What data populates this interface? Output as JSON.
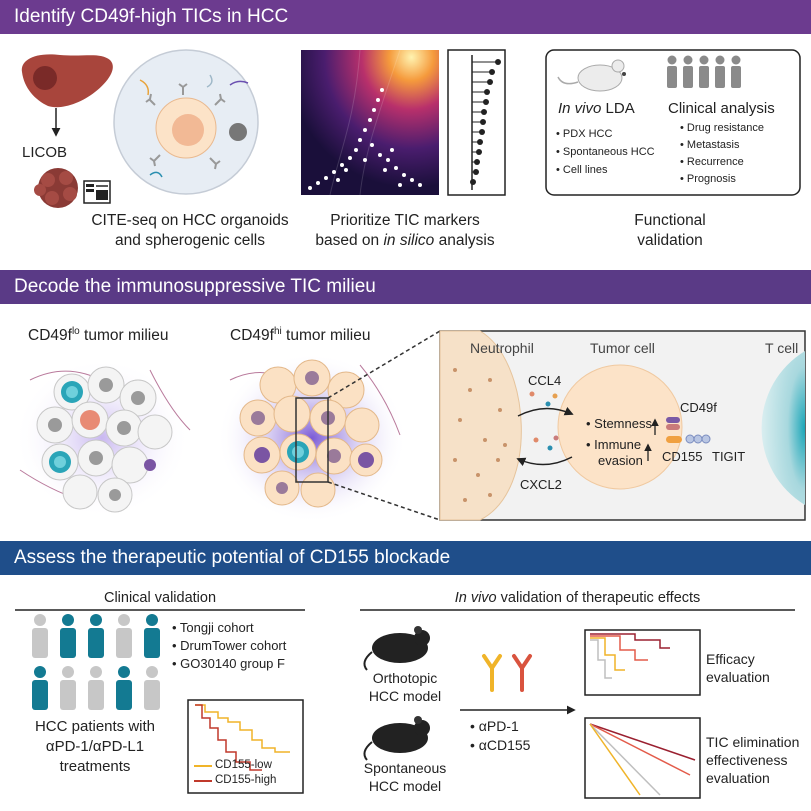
{
  "sections": {
    "s1_title": "Identify CD49f-high TICs in HCC",
    "s2_title": "Decode the immunosuppressive TIC milieu",
    "s3_title": "Assess the therapeutic potential of CD155 blockade"
  },
  "colors": {
    "banner1": "#6c3b8f",
    "banner2": "#5a3a86",
    "banner3": "#1f4e8a",
    "liver": "#a8453c",
    "tumor_cell": "#f6d7b8",
    "teal": "#1b8fa2",
    "red_curve": "#c0392b",
    "orange_curve": "#f0b429"
  },
  "s1": {
    "licob": "LICOB",
    "cite_caption_1": "CITE-seq on HCC organoids",
    "cite_caption_2": "and spherogenic cells",
    "prioritize_1": "Prioritize TIC markers",
    "prioritize_2a": "based on ",
    "prioritize_2b": "in silico",
    "prioritize_2c": " analysis",
    "invivo_italic": "In vivo",
    "invivo_rest": " LDA",
    "clinical_analysis": "Clinical analysis",
    "invivo_items": [
      "• PDX HCC",
      "• Spontaneous HCC",
      "• Cell lines"
    ],
    "clinical_items": [
      "• Drug resistance",
      "• Metastasis",
      "• Recurrence",
      "• Prognosis"
    ],
    "functional_1": "Functional",
    "functional_2": "validation"
  },
  "s2": {
    "lo_prefix": "CD49f",
    "lo_sup": "lo",
    "lo_suffix": " tumor milieu",
    "hi_prefix": "CD49f",
    "hi_sup": "hi",
    "hi_suffix": " tumor milieu",
    "neutrophil": "Neutrophil",
    "tumor_cell": "Tumor cell",
    "t_cell": "T cell",
    "ccl4": "CCL4",
    "cxcl2": "CXCL2",
    "stemness": "• Stemness",
    "immune": "• Immune",
    "evasion": "evasion",
    "cd49f": "CD49f",
    "cd155": "CD155",
    "tigit": "TIGIT"
  },
  "s3": {
    "clinical_validation": "Clinical validation",
    "cohorts": [
      "• Tongji cohort",
      "• DrumTower cohort",
      "• GO30140 group F"
    ],
    "patients_1": "HCC patients with",
    "patients_2": "αPD-1/αPD-L1",
    "patients_3": "treatments",
    "km_low": "CD155-low",
    "km_high": "CD155-high",
    "invivo_title_italic": "In vivo",
    "invivo_title_rest": " validation of therapeutic effects",
    "orthotopic_1": "Orthotopic",
    "orthotopic_2": "HCC model",
    "spontaneous_1": "Spontaneous",
    "spontaneous_2": "HCC model",
    "treatments": [
      "• αPD-1",
      "• αCD155"
    ],
    "efficacy_1": "Efficacy",
    "efficacy_2": "evaluation",
    "tic_1": "TIC elimination",
    "tic_2": "effectiveness",
    "tic_3": "evaluation"
  }
}
